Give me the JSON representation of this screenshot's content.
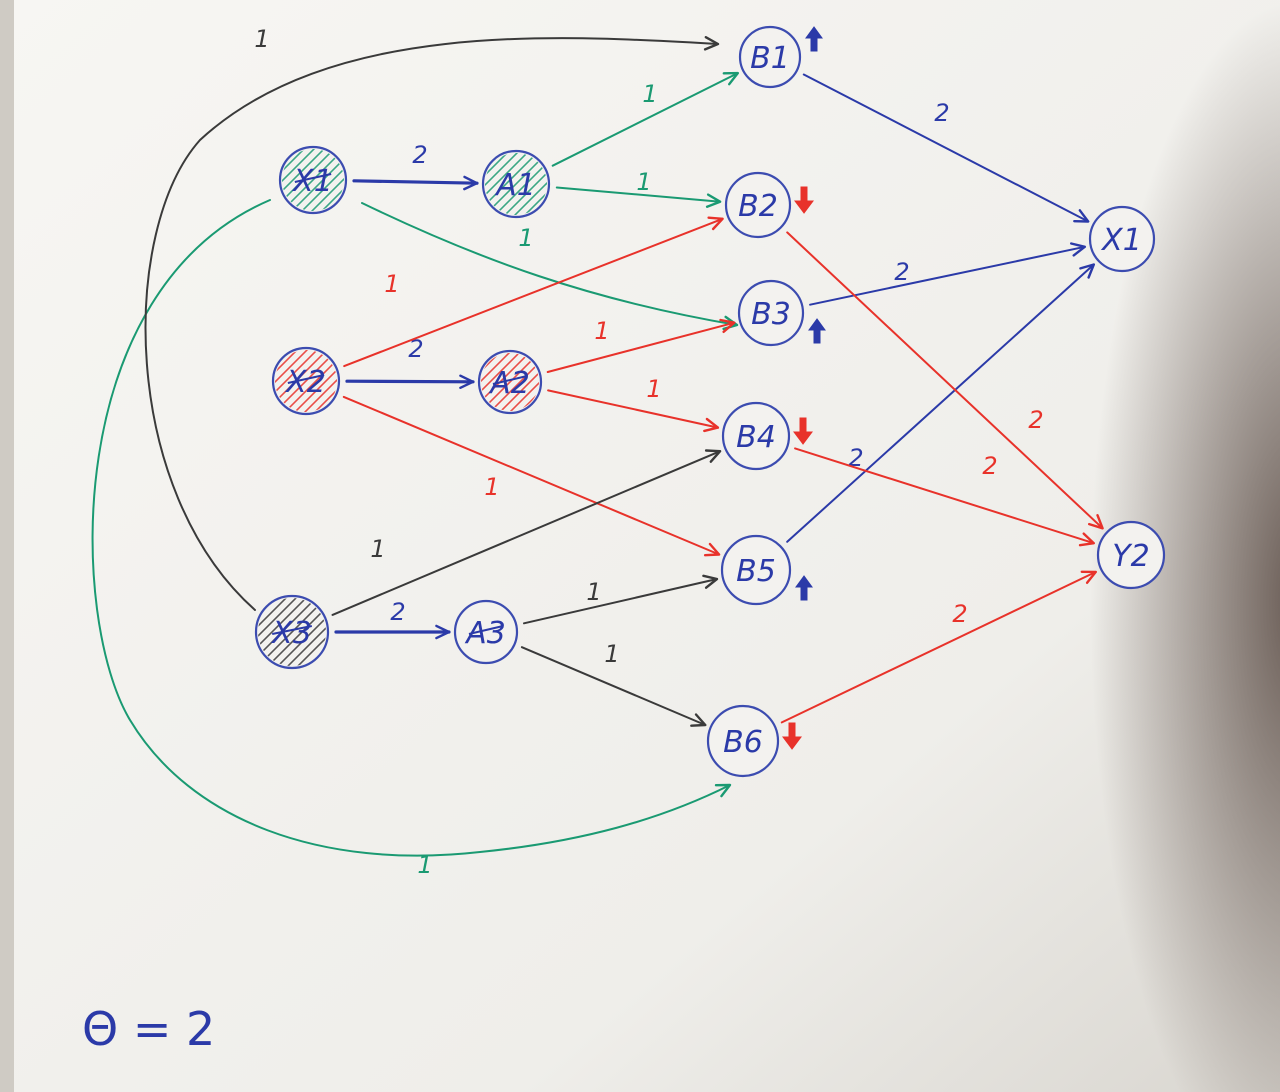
{
  "colors": {
    "paper": "#f5f4f1",
    "blue": "#2b3aa8",
    "green": "#1a9a72",
    "red": "#e8322a",
    "black": "#3a3a3a",
    "stroke_blue": "#3c4cb0"
  },
  "nodes": [
    {
      "id": "X1L",
      "label": "X1",
      "color": "blue",
      "hatch": "green",
      "crossed": true
    },
    {
      "id": "X2L",
      "label": "X2",
      "color": "blue",
      "hatch": "red",
      "crossed": true
    },
    {
      "id": "X3L",
      "label": "X3",
      "color": "blue",
      "hatch": "black",
      "crossed": true
    },
    {
      "id": "A1",
      "label": "A1",
      "color": "blue",
      "hatch": "green",
      "crossed": false
    },
    {
      "id": "A2",
      "label": "A2",
      "color": "blue",
      "hatch": "red",
      "crossed": true
    },
    {
      "id": "A3",
      "label": "A3",
      "color": "blue",
      "hatch": "none",
      "crossed": true
    },
    {
      "id": "B1",
      "label": "B1",
      "color": "blue",
      "hatch": "none",
      "crossed": false,
      "marker": "up-blue"
    },
    {
      "id": "B2",
      "label": "B2",
      "color": "blue",
      "hatch": "none",
      "crossed": false,
      "marker": "down-red"
    },
    {
      "id": "B3",
      "label": "B3",
      "color": "blue",
      "hatch": "none",
      "crossed": false,
      "marker": "up-blue"
    },
    {
      "id": "B4",
      "label": "B4",
      "color": "blue",
      "hatch": "none",
      "crossed": false,
      "marker": "down-red"
    },
    {
      "id": "B5",
      "label": "B5",
      "color": "blue",
      "hatch": "none",
      "crossed": false,
      "marker": "up-blue"
    },
    {
      "id": "B6",
      "label": "B6",
      "color": "blue",
      "hatch": "none",
      "crossed": false,
      "marker": "down-red"
    },
    {
      "id": "Y1",
      "label": "X1",
      "color": "blue",
      "hatch": "none",
      "crossed": false
    },
    {
      "id": "Y2",
      "label": "Y2",
      "color": "blue",
      "hatch": "none",
      "crossed": false
    }
  ],
  "edges": [
    {
      "id": "e-x1-a1",
      "from": "X1L",
      "to": "A1",
      "color": "blue",
      "weight": "2"
    },
    {
      "id": "e-x2-a2",
      "from": "X2L",
      "to": "A2",
      "color": "blue",
      "weight": "2"
    },
    {
      "id": "e-x3-a3",
      "from": "X3L",
      "to": "A3",
      "color": "blue",
      "weight": "2"
    },
    {
      "id": "e-a1-b1",
      "from": "A1",
      "to": "B1",
      "color": "green",
      "weight": "1"
    },
    {
      "id": "e-a1-b2",
      "from": "A1",
      "to": "B2",
      "color": "green",
      "weight": "1"
    },
    {
      "id": "e-x1-b3",
      "from": "X1L",
      "to": "B3",
      "color": "green",
      "weight": "1"
    },
    {
      "id": "e-x1-b6",
      "from": "X1L",
      "to": "B6",
      "color": "green",
      "weight": "1"
    },
    {
      "id": "e-x2-b2",
      "from": "X2L",
      "to": "B2",
      "color": "red",
      "weight": "1"
    },
    {
      "id": "e-a2-b3",
      "from": "A2",
      "to": "B3",
      "color": "red",
      "weight": "1"
    },
    {
      "id": "e-a2-b4",
      "from": "A2",
      "to": "B4",
      "color": "red",
      "weight": "1"
    },
    {
      "id": "e-x2-b5",
      "from": "X2L",
      "to": "B5",
      "color": "red",
      "weight": "1"
    },
    {
      "id": "e-x3-b1",
      "from": "X3L",
      "to": "B1",
      "color": "black",
      "weight": "1"
    },
    {
      "id": "e-x3-b4",
      "from": "X3L",
      "to": "B4",
      "color": "black",
      "weight": "1"
    },
    {
      "id": "e-a3-b5",
      "from": "A3",
      "to": "B5",
      "color": "black",
      "weight": "1"
    },
    {
      "id": "e-a3-b6",
      "from": "A3",
      "to": "B6",
      "color": "black",
      "weight": "1"
    },
    {
      "id": "e-b1-y1",
      "from": "B1",
      "to": "Y1",
      "color": "blue",
      "weight": "2"
    },
    {
      "id": "e-b3-y1",
      "from": "B3",
      "to": "Y1",
      "color": "blue",
      "weight": "2"
    },
    {
      "id": "e-b5-y1",
      "from": "B5",
      "to": "Y1",
      "color": "blue",
      "weight": "2"
    },
    {
      "id": "e-b2-y2",
      "from": "B2",
      "to": "Y2",
      "color": "red",
      "weight": "2"
    },
    {
      "id": "e-b4-y2",
      "from": "B4",
      "to": "Y2",
      "color": "red",
      "weight": "2"
    },
    {
      "id": "e-b6-y2",
      "from": "B6",
      "to": "Y2",
      "color": "red",
      "weight": "2"
    }
  ],
  "annotation": {
    "theta": "Θ = 2"
  }
}
